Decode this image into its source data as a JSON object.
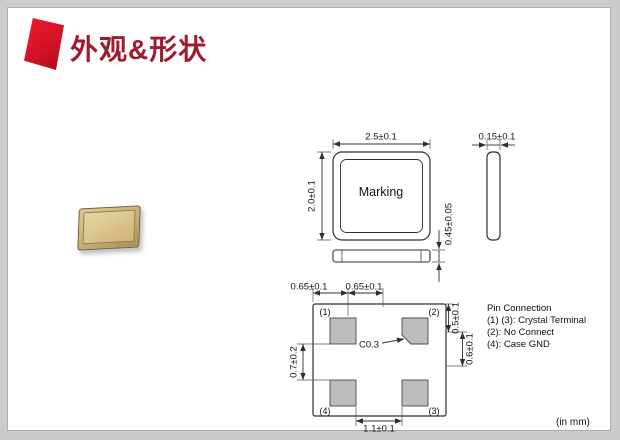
{
  "header": {
    "title": "外观&形状"
  },
  "top_view": {
    "marking": "Marking",
    "dim_width": "2.5±0.1",
    "dim_height": "2.0±0.1"
  },
  "side_view": {
    "dim_thickness": "0.15±0.1"
  },
  "profile_view": {
    "dim_height": "0.45±0.05"
  },
  "bottom_view": {
    "dim_top_left": "0.65±0.1",
    "dim_top_center": "0.65±0.1",
    "dim_right_upper": "0.5±0.1",
    "dim_right_lower": "0.6±0.1",
    "dim_left": "0.7±0.2",
    "dim_bottom": "1.1±0.1",
    "chamfer": "C0.3",
    "pin1": "(1)",
    "pin2": "(2)",
    "pin3": "(3)",
    "pin4": "(4)"
  },
  "pin_connection": {
    "title": "Pin Connection",
    "line1": "(1) (3): Crystal Terminal",
    "line2": "(2): No Connect",
    "line3": "(4): Case GND"
  },
  "footer": {
    "unit_note": "(in mm)"
  },
  "colors": {
    "accent_red": "#dd1126",
    "title_red": "#9e1b30",
    "pad_gray": "#bdbdbd",
    "line_dark": "#2f2f2f",
    "frame_gray": "#cbcbcb"
  }
}
